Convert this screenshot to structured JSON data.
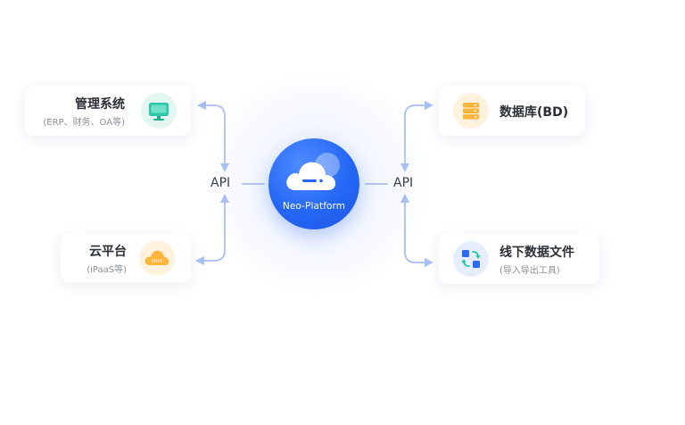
{
  "hub": {
    "label": "Neo-Platform",
    "icon": "cloud-icon"
  },
  "api_labels": {
    "left": "API",
    "right": "API"
  },
  "nodes": {
    "management": {
      "title": "管理系统",
      "subtitle": "(ERP、财务、OA等)",
      "icon": "monitor-icon"
    },
    "cloud_platform": {
      "title": "云平台",
      "subtitle": "(iPaaS等)",
      "icon": "paas-cloud-icon",
      "badge": "paas"
    },
    "database": {
      "title": "数据库(BD)",
      "icon": "database-icon"
    },
    "offline_files": {
      "title": "线下数据文件",
      "subtitle": "(导入导出工具)",
      "icon": "file-sync-icon"
    }
  },
  "colors": {
    "hub_blue": "#2567f5",
    "connector": "#a9c0f5",
    "teal": "#2cc7a8",
    "orange": "#ffb43a",
    "accent_blue": "#2f6bf0"
  }
}
